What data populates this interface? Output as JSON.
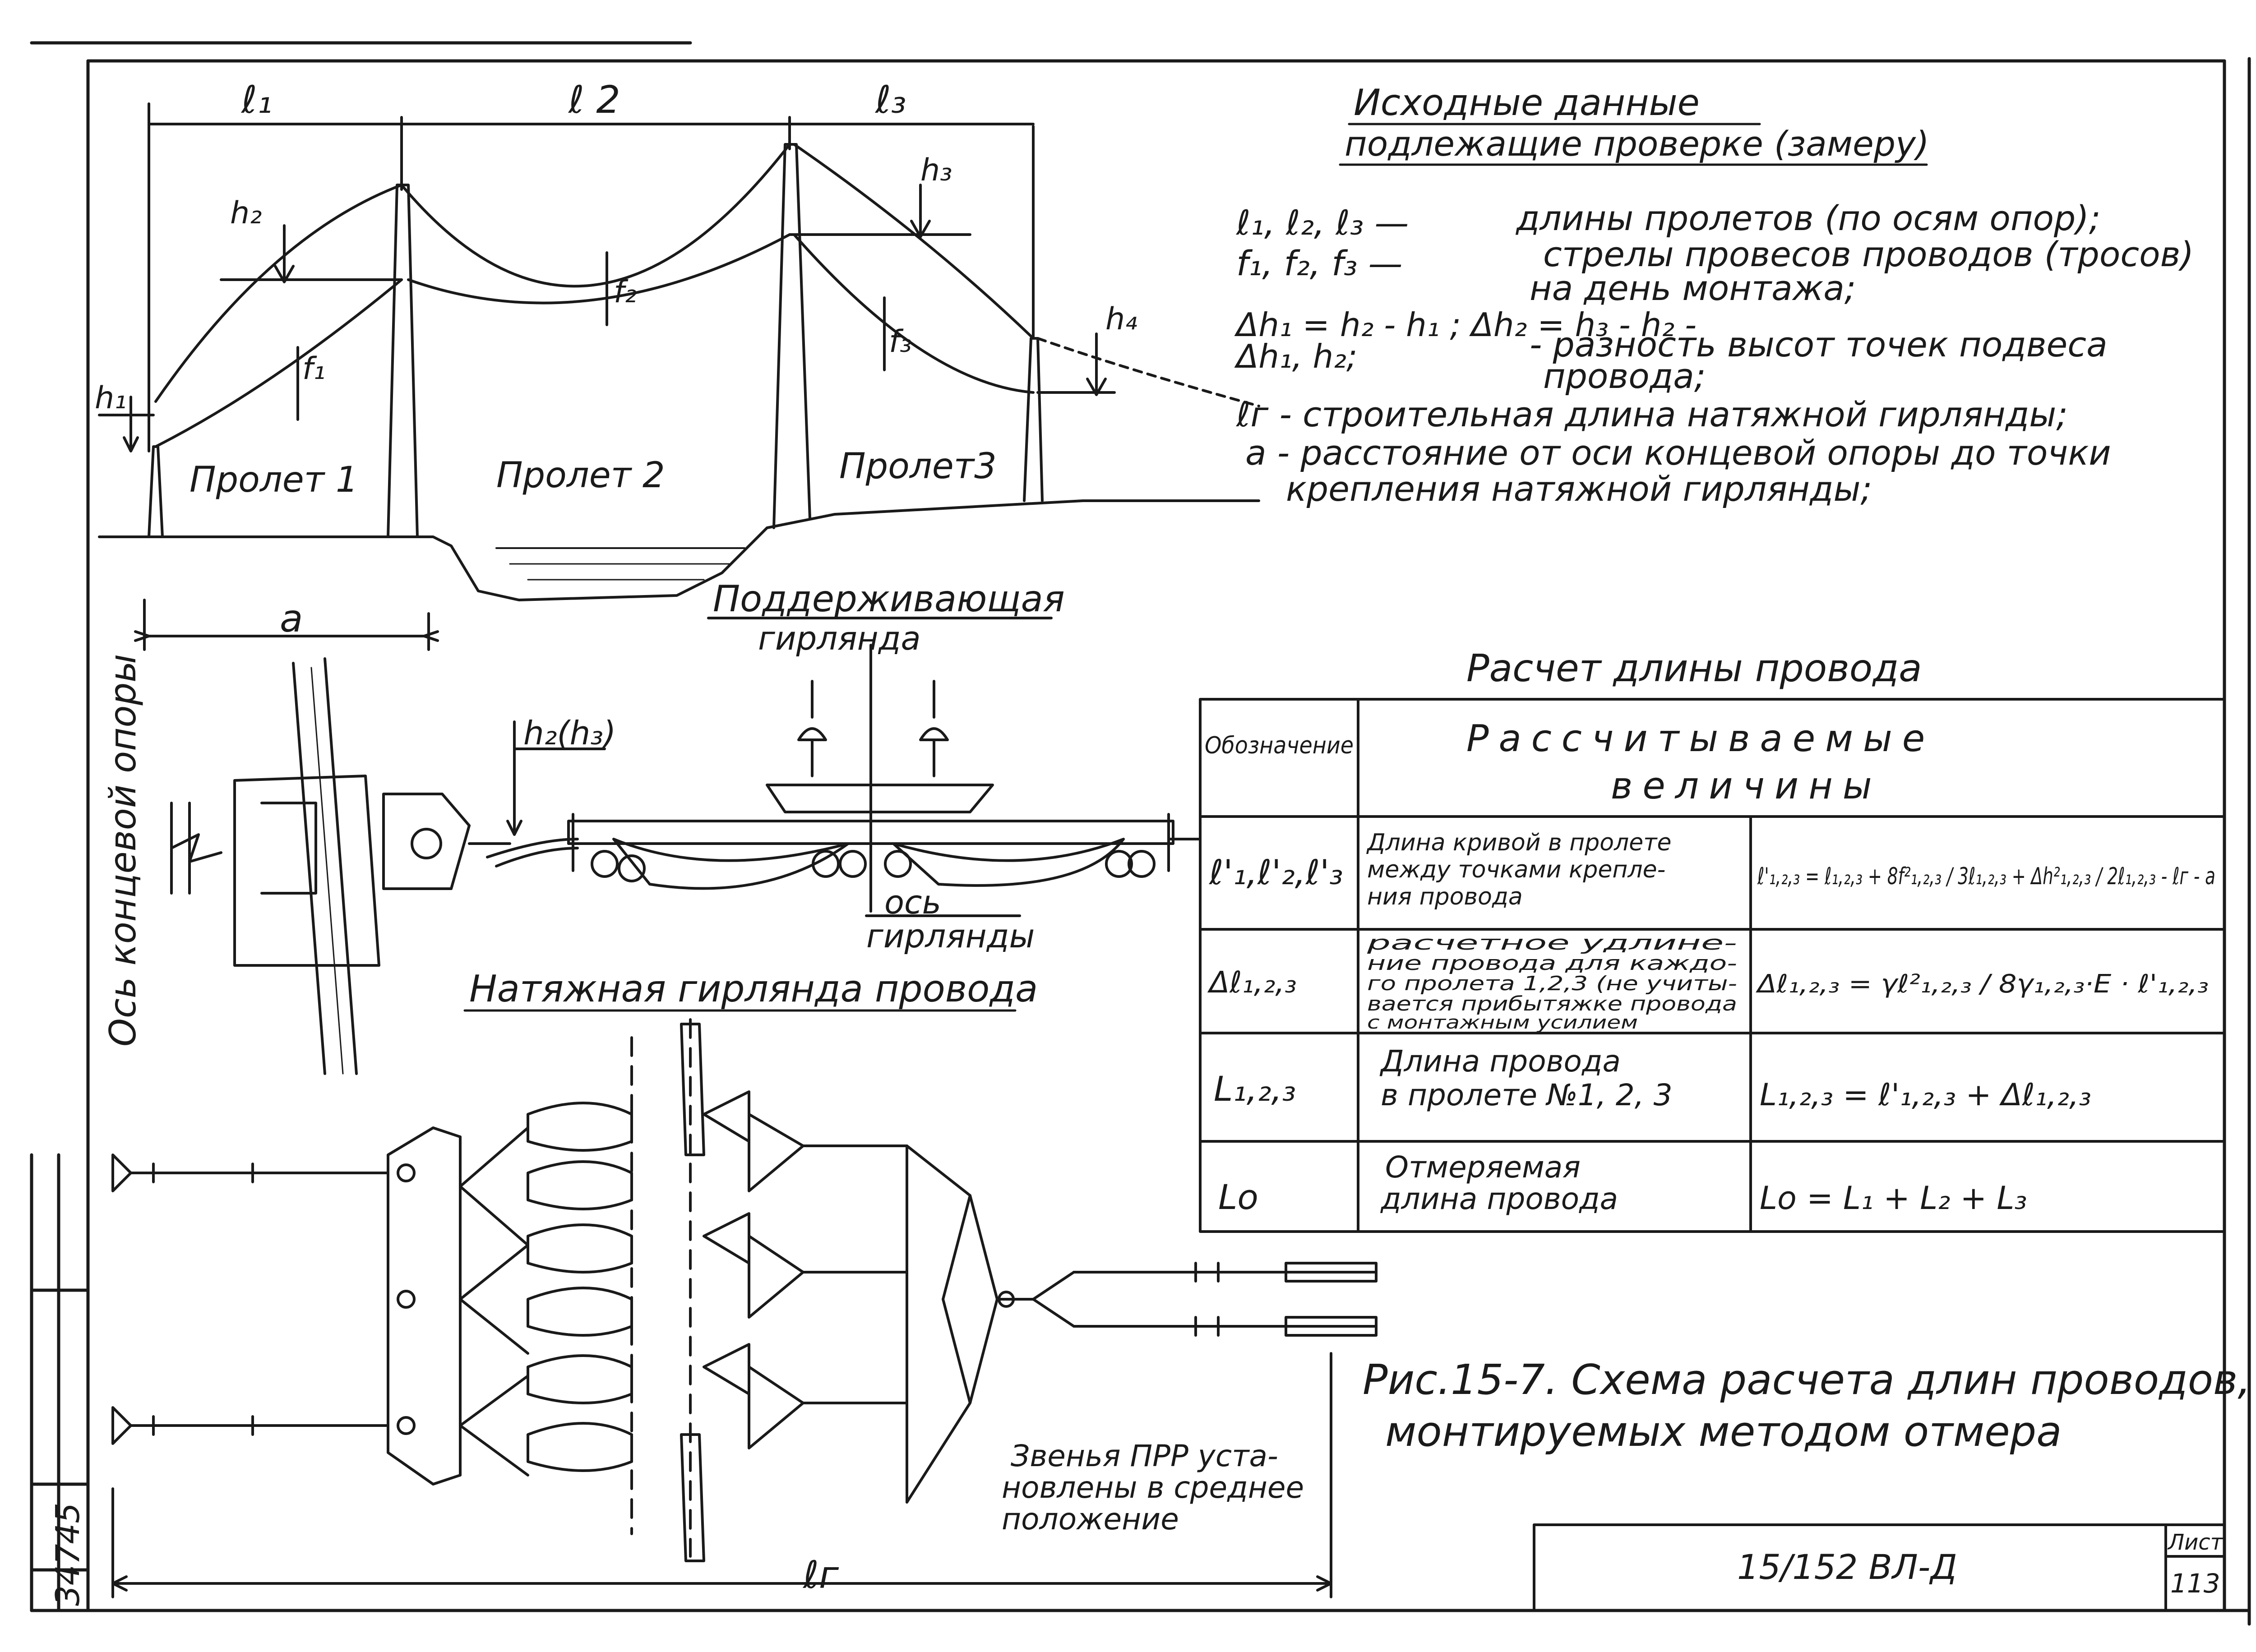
{
  "spans": {
    "l1": "ℓ₁",
    "l2": "ℓ 2",
    "l3": "ℓ₃",
    "h1": "h₁",
    "h2": "h₂",
    "h3": "h₃",
    "h4": "h₄",
    "f1": "f₁",
    "f2": "f₂",
    "f3": "f₃",
    "span1": "Пролет 1",
    "span2": "Пролет 2",
    "span3": "Пролет3"
  },
  "initial_data": {
    "title1": "Исходные данные",
    "title2": "подлежащие проверке (замеру)",
    "lines": [
      {
        "sym": "ℓ₁, ℓ₂, ℓ₃  —",
        "text": "длины пролетов (по осям опор);"
      },
      {
        "sym": "f₁, f₂, f₃  —",
        "text": "стрелы провесов проводов (тросов)"
      },
      {
        "sym": "",
        "text": "на день монтажа;"
      },
      {
        "sym": "Δh₁ = h₂ - h₁ ;  Δh₂ = h₃ - h₂  -",
        "text": ""
      },
      {
        "sym": "Δh₁, h₂;",
        "text": "- разность высот точек подвеса"
      },
      {
        "sym": "",
        "text": "провода;"
      },
      {
        "sym": "ℓг - строительная длина натяжной гирлянды;",
        "text": ""
      },
      {
        "sym": "a - расстояние от оси концевой опоры до точки",
        "text": ""
      },
      {
        "sym": "   крепления натяжной гирлянды;",
        "text": ""
      }
    ]
  },
  "detail": {
    "a": "a",
    "axis_label": "Ось концевой опоры",
    "h2h3": "h₂(h₃)",
    "support_title1": "Поддерживающая",
    "support_title2": "гирлянда",
    "garland_axis1": "ось",
    "garland_axis2": "гирлянды"
  },
  "tension": {
    "title": "Натяжная гирлянда провода",
    "lr": "ℓг",
    "note1": "Звенья ПРР уста-",
    "note2": "новлены в среднее",
    "note3": "положение"
  },
  "calc": {
    "title": "Расчет длины провода",
    "header_col1": "Обозначение",
    "header_col2a": "Рассчитываемые",
    "header_col2b": "величины",
    "rows": [
      {
        "symbol": "ℓ'₁,ℓ'₂,ℓ'₃",
        "desc": [
          "Длина кривой в пролете",
          "между точками крепле-",
          "ния провода"
        ],
        "formula": "ℓ'₁,₂,₃ = ℓ₁,₂,₃ + 8f²₁,₂,₃ / 3ℓ₁,₂,₃ + Δh²₁,₂,₃ / 2ℓ₁,₂,₃ - ℓг - a"
      },
      {
        "symbol": "Δℓ₁,₂,₃",
        "desc": [
          "расчетное удлине-",
          "ние провода для каждо-",
          "го пролета 1,2,3 (не учиты-",
          "вается прибытяжке провода",
          "с монтажным усилием"
        ],
        "formula": "Δℓ₁,₂,₃ = γℓ²₁,₂,₃ / 8γ₁,₂,₃·E · ℓ'₁,₂,₃"
      },
      {
        "symbol": "L₁,₂,₃",
        "desc": [
          "Длина провода",
          "в пролете №1, 2, 3"
        ],
        "formula": "L₁,₂,₃ = ℓ'₁,₂,₃ + Δℓ₁,₂,₃"
      },
      {
        "symbol": "Lо",
        "desc": [
          "Отмеряемая",
          "длина провода"
        ],
        "formula": "Lо = L₁ + L₂ + L₃"
      }
    ]
  },
  "caption1": "Рис.15-7. Схема расчета длин проводов,",
  "caption2": "монтируемых методом отмера",
  "stamp": {
    "doc": "15/152 ВЛ-Д",
    "sheet_label": "Лист",
    "sheet": "113",
    "inv": "34745"
  }
}
